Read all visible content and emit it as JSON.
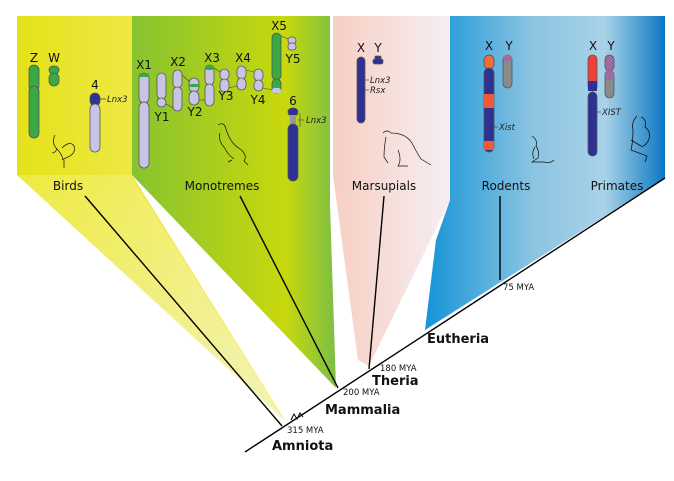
{
  "colors": {
    "birds": "#e8e61a",
    "monotremes": "#8cc63f",
    "marsupials": "#f6d2c8",
    "eutheria": "#1a8fd6",
    "dark_blue": "#2e3192",
    "lavender": "#c8c4e6",
    "green": "#3aa843",
    "red": "#ef4136"
  },
  "groups": {
    "birds": {
      "label": "Birds",
      "chromosomes": [
        "Z",
        "W",
        "4"
      ],
      "gene": "Lnx3"
    },
    "monotremes": {
      "label": "Monotremes",
      "chromosomes": [
        "X1",
        "Y1",
        "X2",
        "Y2",
        "X3",
        "Y3",
        "X4",
        "Y4",
        "X5",
        "Y5",
        "6"
      ],
      "gene": "Lnx3"
    },
    "marsupials": {
      "label": "Marsupials",
      "chromosomes": [
        "X",
        "Y"
      ],
      "genes": [
        "Lnx3",
        "Rsx"
      ]
    },
    "rodents": {
      "label": "Rodents",
      "chromosomes": [
        "X",
        "Y"
      ],
      "gene": "Xist"
    },
    "primates": {
      "label": "Primates",
      "chromosomes": [
        "X",
        "Y"
      ],
      "gene": "XIST"
    }
  },
  "nodes": [
    {
      "clade": "Amniota",
      "age": "315 MYA"
    },
    {
      "clade": "Mammalia",
      "age": "200 MYA"
    },
    {
      "clade": "Theria",
      "age": "180 MYA"
    },
    {
      "clade": "Eutheria",
      "age": ""
    },
    {
      "clade": "",
      "age": "75 MYA"
    }
  ]
}
